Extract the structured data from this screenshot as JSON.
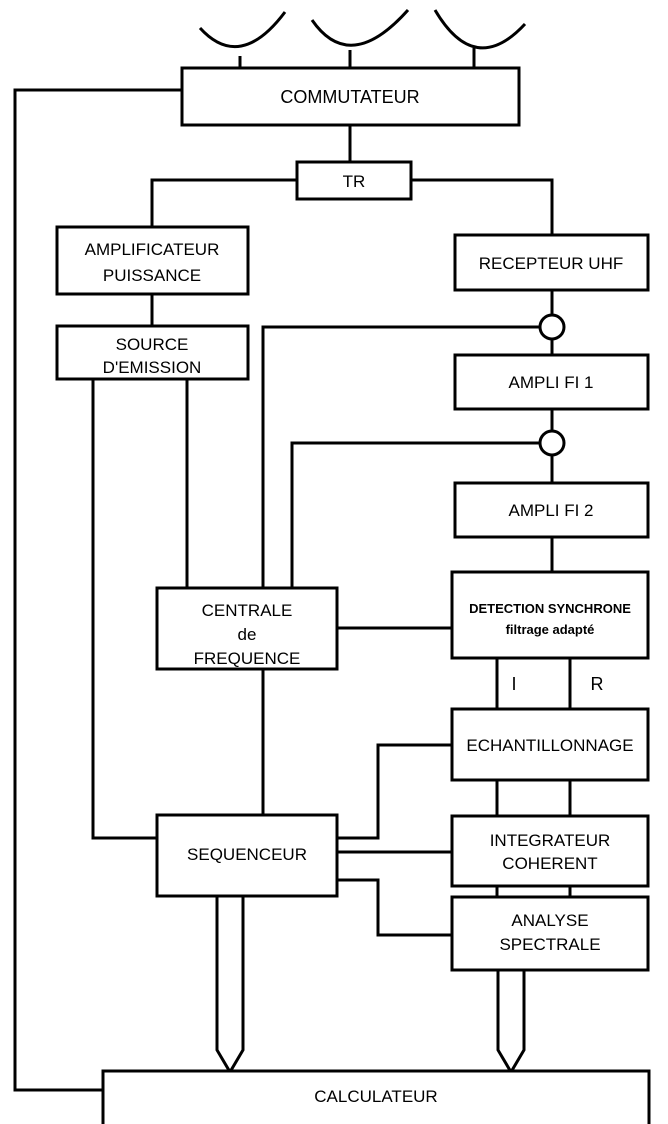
{
  "blocks": {
    "commutateur": "COMMUTATEUR",
    "tr": "TR",
    "amplificateur_l1": "AMPLIFICATEUR",
    "amplificateur_l2": "PUISSANCE",
    "recepteur": "RECEPTEUR UHF",
    "source_l1": "SOURCE",
    "source_l2": "D'EMISSION",
    "ampli_fi1": "AMPLI FI 1",
    "ampli_fi2": "AMPLI FI 2",
    "centrale_l1": "CENTRALE",
    "centrale_l2": "de",
    "centrale_l3": "FREQUENCE",
    "detection_l1": "DETECTION SYNCHRONE",
    "detection_l2": "filtrage adapté",
    "echantillonnage": "ECHANTILLONNAGE",
    "sequenceur": "SEQUENCEUR",
    "integrateur_l1": "INTEGRATEUR",
    "integrateur_l2": "COHERENT",
    "analyse_l1": "ANALYSE",
    "analyse_l2": "SPECTRALE",
    "calculateur": "CALCULATEUR"
  },
  "channels": {
    "i": "I",
    "r": "R"
  }
}
